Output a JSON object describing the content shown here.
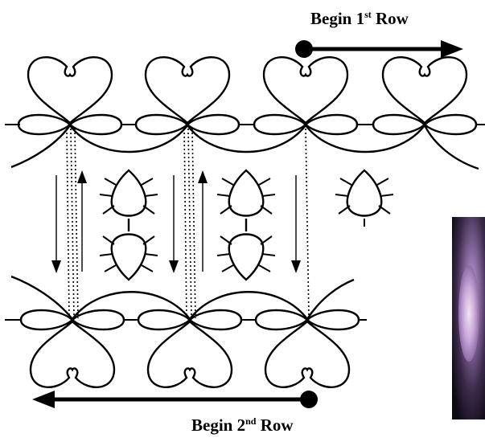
{
  "captions": {
    "top": {
      "text": "Begin 1",
      "sup": "st",
      "tail": " Row"
    },
    "bottom": {
      "text": "Begin 2",
      "sup": "nd",
      "tail": " Row"
    }
  },
  "photo": {
    "icon": "tatted-lace-photo"
  },
  "colors": {
    "ink": "#000000",
    "background": "#ffffff"
  }
}
